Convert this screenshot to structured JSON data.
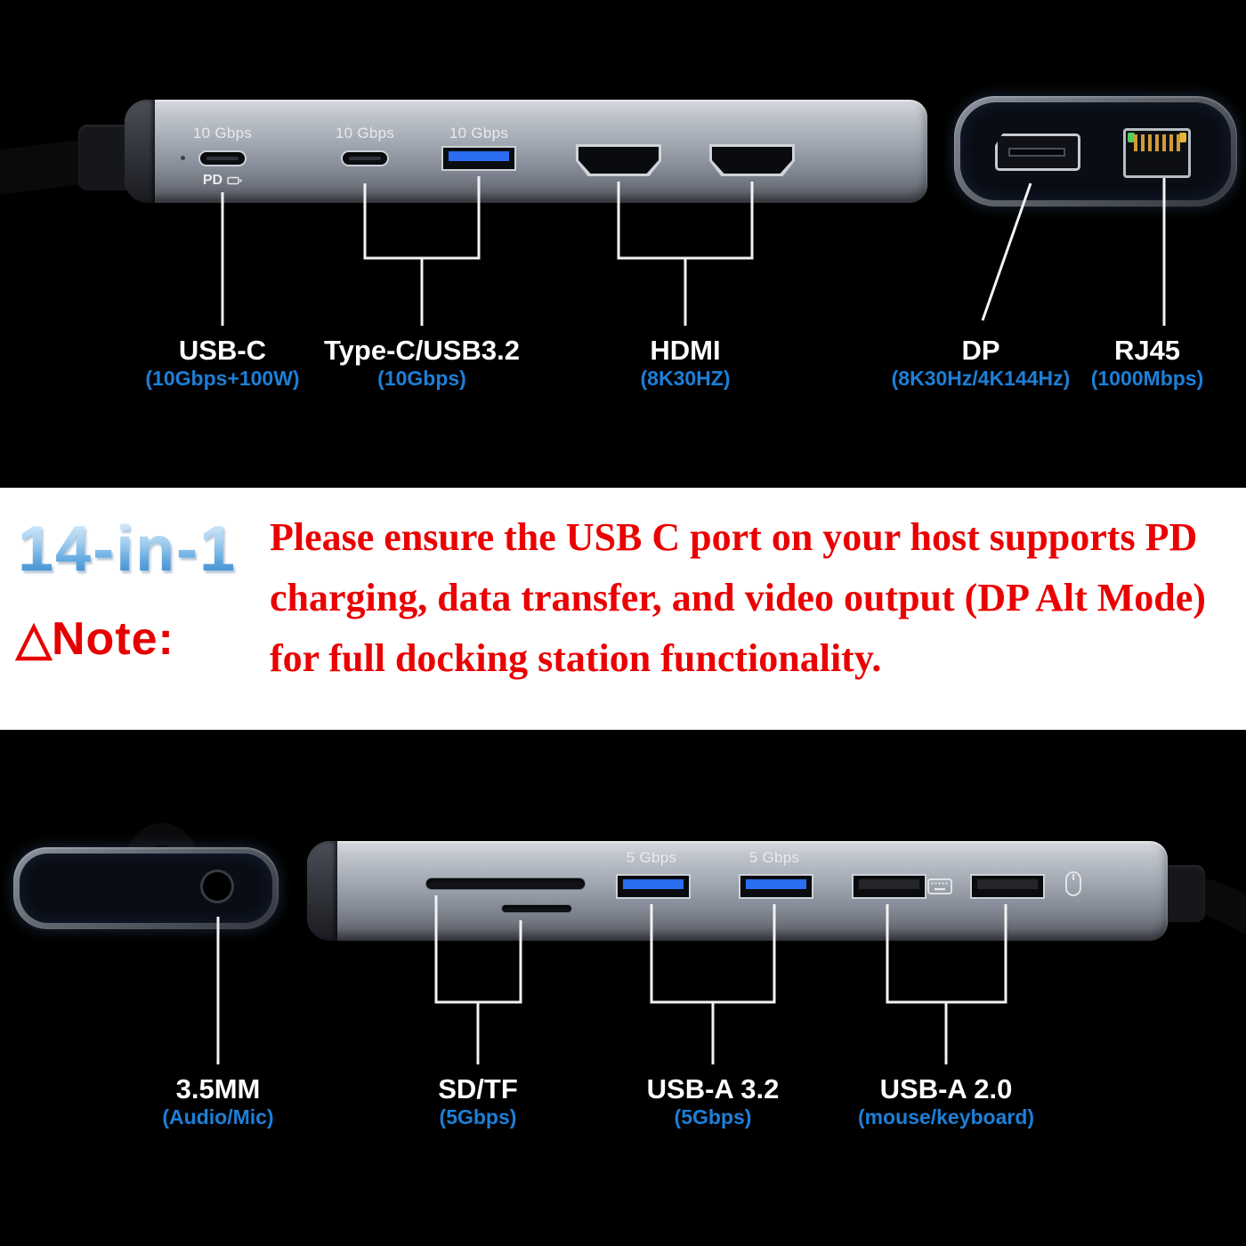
{
  "colors": {
    "accent_blue": "#1d7fd8",
    "note_red": "#e60000",
    "line_white": "#f2f2f2"
  },
  "top": {
    "port_labels": {
      "usbc1_speed": "10 Gbps",
      "usbc2_speed": "10 Gbps",
      "usba_speed": "10 Gbps",
      "pd": "PD"
    },
    "callouts": [
      {
        "title": "USB-C",
        "subtitle": "(10Gbps+100W)"
      },
      {
        "title": "Type-C/USB3.2",
        "subtitle": "(10Gbps)"
      },
      {
        "title": "HDMI",
        "subtitle": "(8K30HZ)"
      },
      {
        "title": "DP",
        "subtitle": "(8K30Hz/4K144Hz)"
      },
      {
        "title": "RJ45",
        "subtitle": "(1000Mbps)"
      }
    ]
  },
  "note": {
    "badge": "14-in-1",
    "warning_symbol": "△",
    "label": "Note:",
    "text": "Please ensure the USB C port on your host supports PD charging, data transfer, and video output (DP Alt Mode) for full docking station functionality."
  },
  "bottom": {
    "port_labels": {
      "usba321_speed": "5 Gbps",
      "usba322_speed": "5 Gbps"
    },
    "callouts": [
      {
        "title": "3.5MM",
        "subtitle": "(Audio/Mic)"
      },
      {
        "title": "SD/TF",
        "subtitle": "(5Gbps)"
      },
      {
        "title": "USB-A 3.2",
        "subtitle": "(5Gbps)"
      },
      {
        "title": "USB-A 2.0",
        "subtitle": "(mouse/keyboard)"
      }
    ]
  }
}
